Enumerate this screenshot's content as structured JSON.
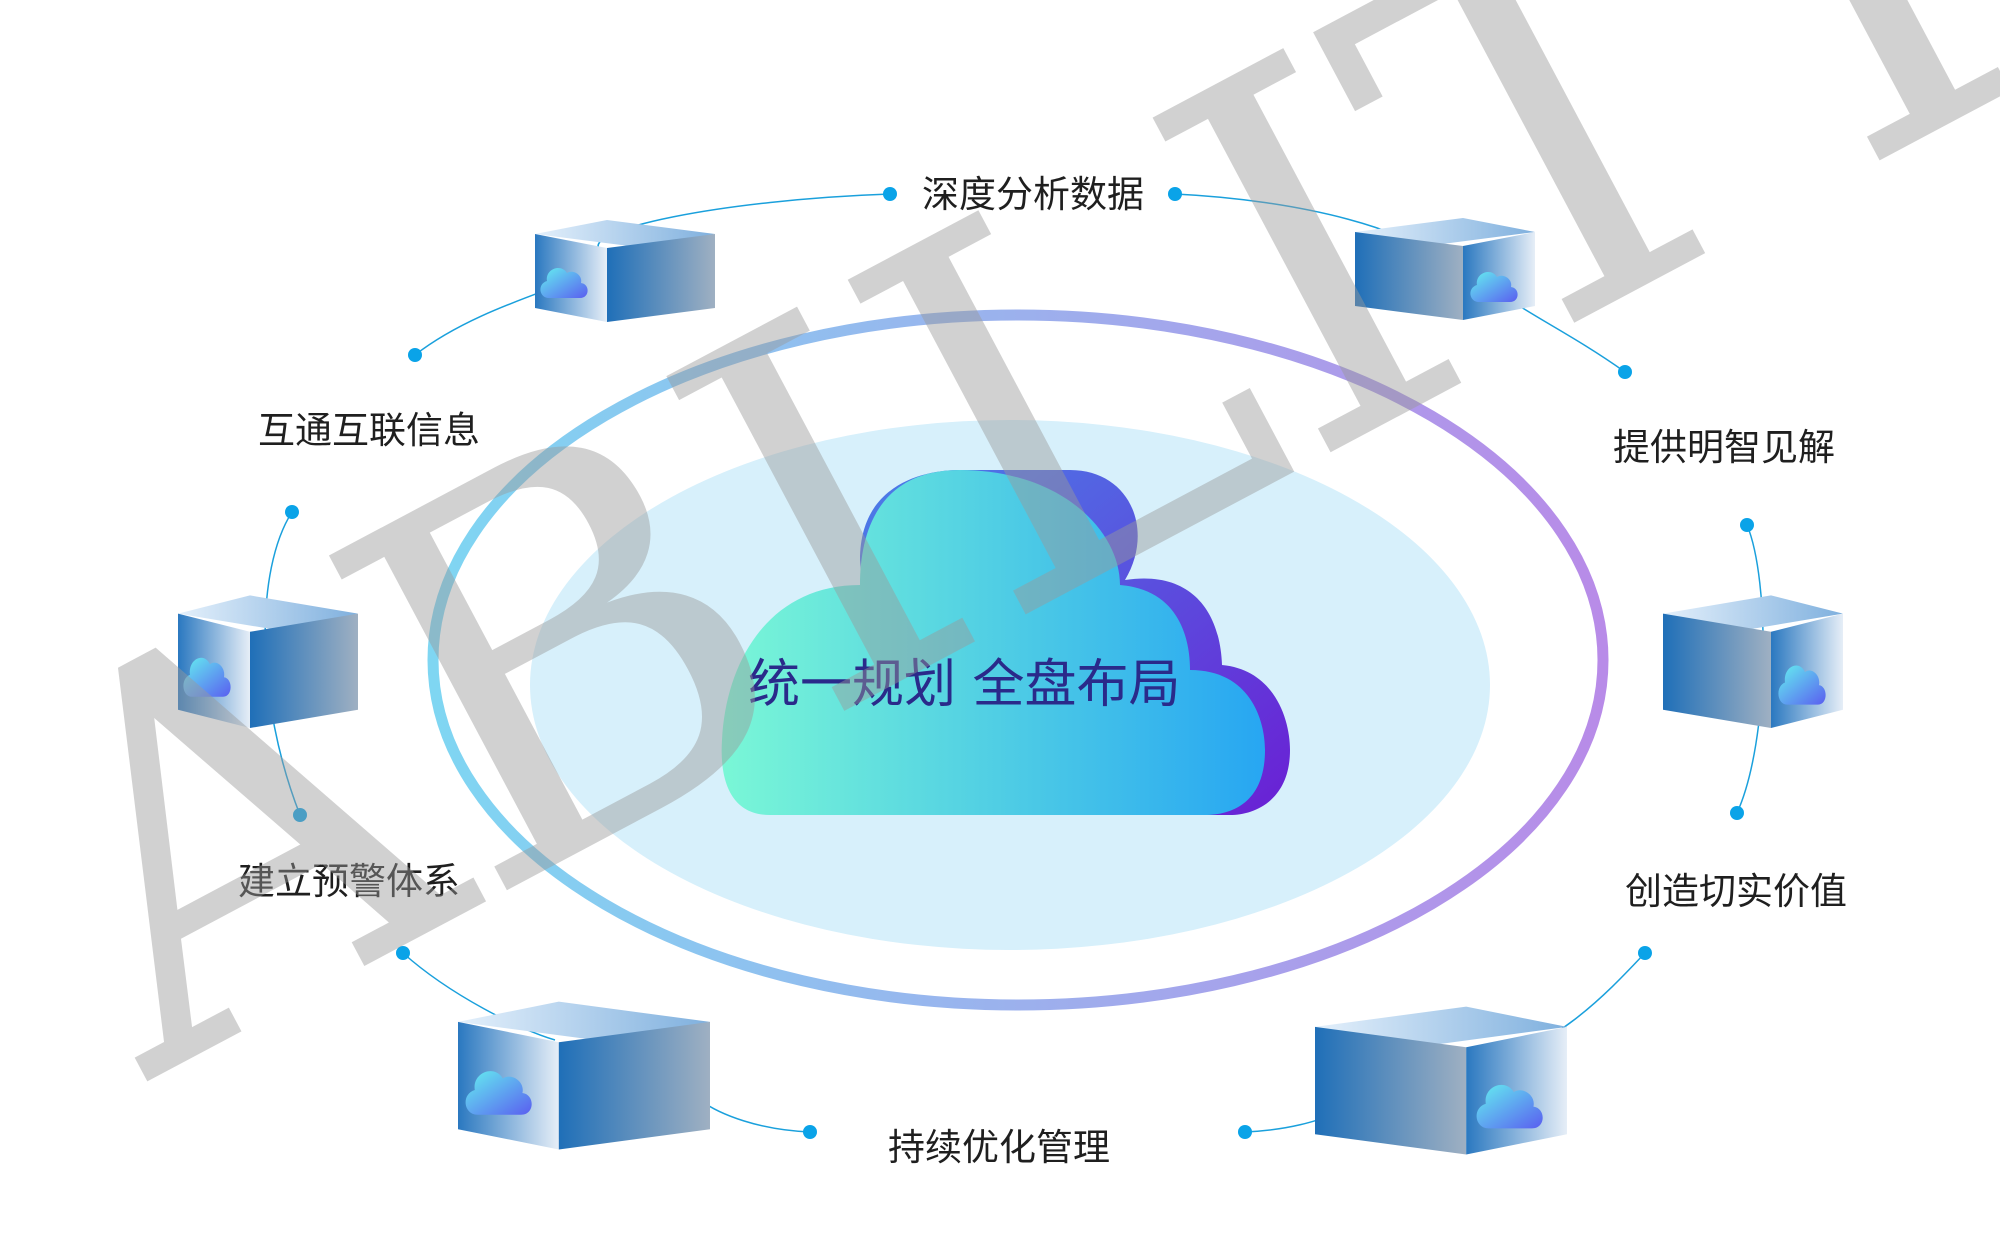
{
  "center": {
    "title": "统一规划 全盘布局"
  },
  "nodes": [
    {
      "label": "深度分析数据"
    },
    {
      "label": "互通互联信息"
    },
    {
      "label": "提供明智见解"
    },
    {
      "label": "建立预警体系"
    },
    {
      "label": "创造切实价值"
    },
    {
      "label": "持续优化管理"
    }
  ],
  "watermark": {
    "text": "ABILITY"
  },
  "colors": {
    "ring_start": "#7fd6f2",
    "ring_end": "#b88be8",
    "inner_fill": "#d7f0fb",
    "cloud_front_start": "#7af7d6",
    "cloud_front_end": "#2aa7f0",
    "cloud_back": "#6a2ad8",
    "dot": "#0aa3e8",
    "connector": "#1aa0dc",
    "cube_front": "#2e7cc4",
    "cube_side": "#9aa8b8"
  }
}
